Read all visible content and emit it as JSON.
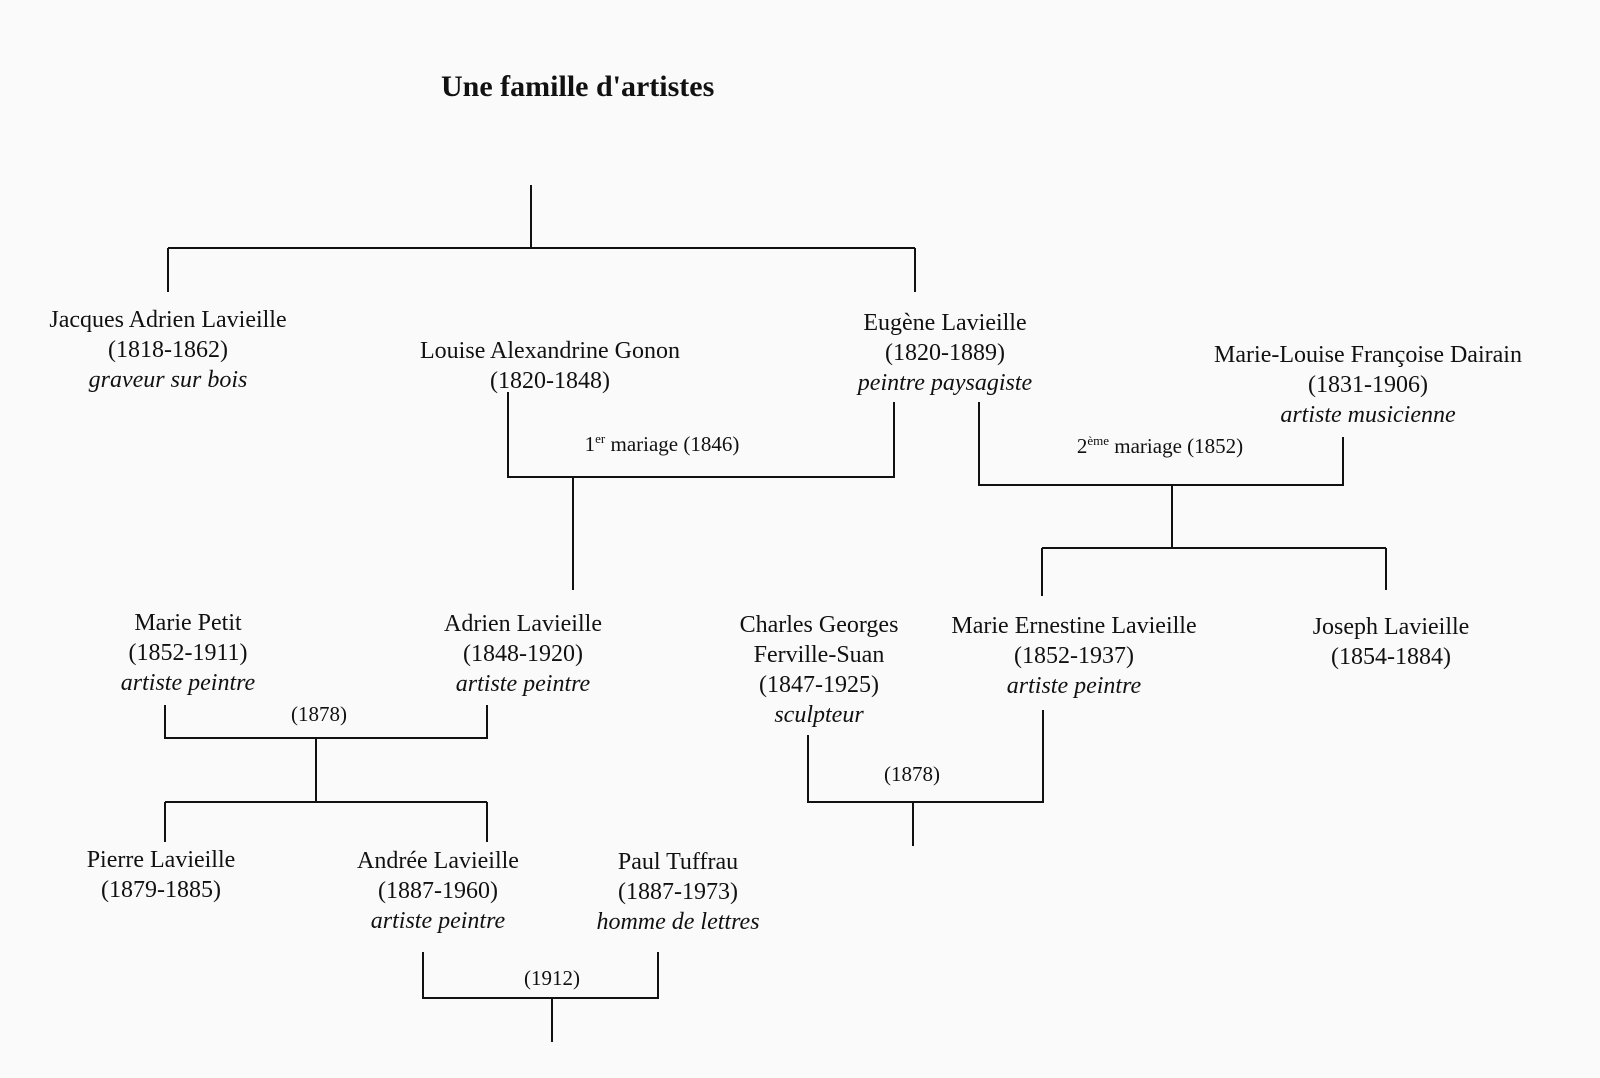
{
  "title": "Une famille d'artistes",
  "people": [
    {
      "name": "Jacques Adrien Lavieille",
      "dates": "(1818-1862)",
      "role": "graveur sur bois"
    },
    {
      "name": "Louise Alexandrine Gonon",
      "dates": "(1820-1848)",
      "role": ""
    },
    {
      "name": "Eugène Lavieille",
      "dates": "(1820-1889)",
      "role": "peintre paysagiste"
    },
    {
      "name": "Marie-Louise Françoise Dairain",
      "dates": "(1831-1906)",
      "role": "artiste musicienne"
    },
    {
      "name": "Marie Petit",
      "dates": "(1852-1911)",
      "role": "artiste peintre"
    },
    {
      "name": "Adrien Lavieille",
      "dates": "(1848-1920)",
      "role": "artiste peintre"
    },
    {
      "name": "Charles Georges",
      "name2": "Ferville-Suan",
      "dates": "(1847-1925)",
      "role": "sculpteur"
    },
    {
      "name": "Marie Ernestine Lavieille",
      "dates": "(1852-1937)",
      "role": "artiste peintre"
    },
    {
      "name": "Joseph Lavieille",
      "dates": "(1854-1884)",
      "role": ""
    },
    {
      "name": "Pierre Lavieille",
      "dates": "(1879-1885)",
      "role": ""
    },
    {
      "name": "Andrée Lavieille",
      "dates": "(1887-1960)",
      "role": "artiste peintre"
    },
    {
      "name": "Paul Tuffrau",
      "dates": "(1887-1973)",
      "role": "homme de lettres"
    }
  ],
  "marriages": [
    {
      "ordinal": "1",
      "sup": "er",
      "text": "mariage (1846)"
    },
    {
      "ordinal": "2",
      "sup": "ème",
      "text": "mariage (1852)"
    },
    {
      "ordinal": "",
      "sup": "",
      "text": "(1878)"
    },
    {
      "ordinal": "",
      "sup": "",
      "text": "(1878)"
    },
    {
      "ordinal": "",
      "sup": "",
      "text": "(1912)"
    }
  ]
}
